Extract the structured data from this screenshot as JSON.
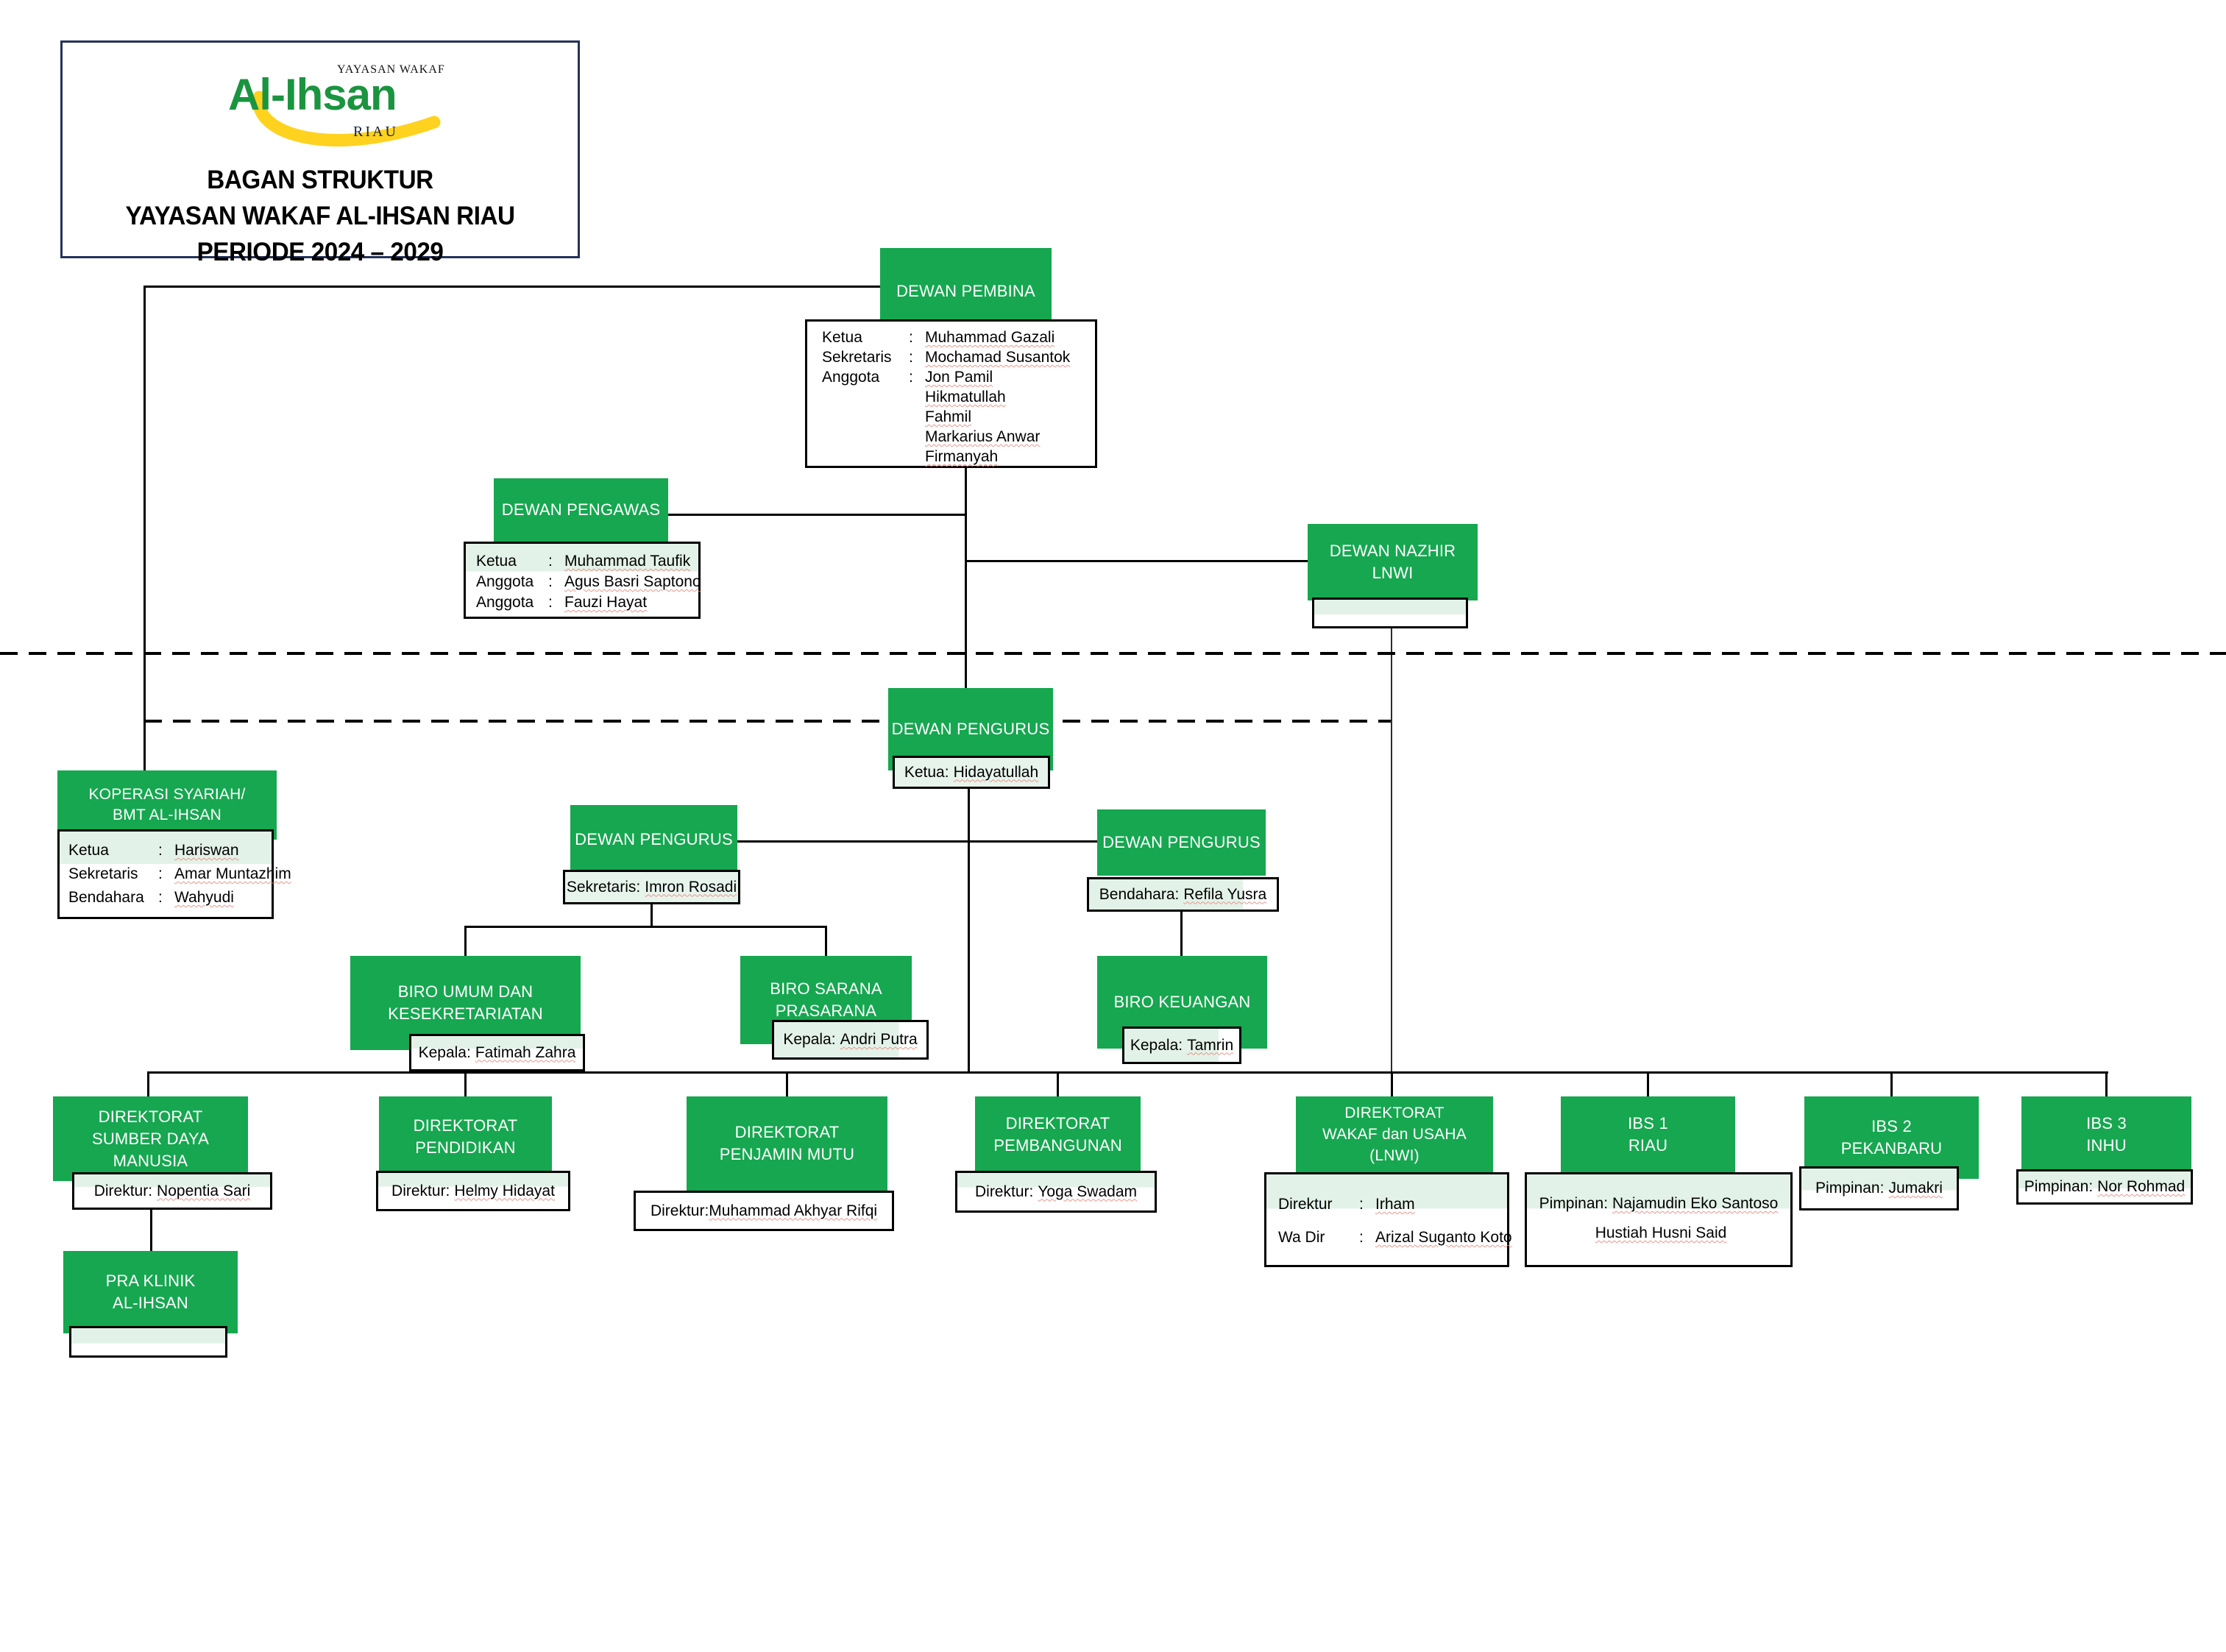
{
  "colors": {
    "node_green": "#16a750",
    "overlap_tint": "#e3f2e8",
    "line_black": "#000000",
    "logo_green": "#1b9440",
    "logo_yellow": "#ffd21f",
    "card_border_navy": "#24335b"
  },
  "header": {
    "logo_top": "YAYASAN WAKAF",
    "logo_main": "Al-Ihsan",
    "logo_bottom": "RIAU",
    "title_line1": "BAGAN STRUKTUR",
    "title_line2": "YAYASAN WAKAF AL-IHSAN RIAU",
    "title_line3": "PERIODE 2024 – 2029"
  },
  "nodes": {
    "dewan_pembina": {
      "title": "DEWAN PEMBINA",
      "rows": [
        {
          "label": "Ketua",
          "sep": ":",
          "value": "Muhammad Gazali"
        },
        {
          "label": "Sekretaris",
          "sep": ":",
          "value": "Mochamad Susantok"
        },
        {
          "label": "Anggota",
          "sep": ":",
          "value": "Jon Pamil"
        },
        {
          "label": "",
          "sep": "",
          "value": "Hikmatullah"
        },
        {
          "label": "",
          "sep": "",
          "value": "Fahmil"
        },
        {
          "label": "",
          "sep": "",
          "value": "Markarius Anwar"
        },
        {
          "label": "",
          "sep": "",
          "value": "Firmanyah"
        }
      ]
    },
    "dewan_pengawas": {
      "title": "DEWAN PENGAWAS",
      "rows": [
        {
          "label": "Ketua",
          "sep": ":",
          "value": "Muhammad Taufik"
        },
        {
          "label": "Anggota",
          "sep": ":",
          "value": "Agus Basri Saptono"
        },
        {
          "label": "Anggota",
          "sep": ":",
          "value": "Fauzi Hayat"
        }
      ]
    },
    "dewan_nazhir": {
      "title_line1": "DEWAN NAZHIR",
      "title_line2": "LNWI"
    },
    "dewan_pengurus": {
      "title": "DEWAN PENGURUS",
      "detail_prefix": "Ketua:",
      "detail_name": "Hidayatullah"
    },
    "koperasi": {
      "title_line1": "KOPERASI SYARIAH/",
      "title_line2": "BMT AL-IHSAN",
      "rows": [
        {
          "label": "Ketua",
          "sep": ":",
          "value": "Hariswan"
        },
        {
          "label": "Sekretaris",
          "sep": ":",
          "value": "Amar Muntazhim"
        },
        {
          "label": "Bendahara",
          "sep": ":",
          "value": "Wahyudi"
        }
      ]
    },
    "pengurus_sekretaris": {
      "title": "DEWAN PENGURUS",
      "detail_prefix": "Sekretaris:",
      "detail_name": "Imron Rosadi"
    },
    "pengurus_bendahara": {
      "title": "DEWAN PENGURUS",
      "detail_prefix": "Bendahara:",
      "detail_name": "Refila Yusra"
    },
    "biro_umum": {
      "title_line1": "BIRO UMUM DAN",
      "title_line2": "KESEKRETARIATAN",
      "detail_prefix": "Kepala:",
      "detail_name": "Fatimah Zahra"
    },
    "biro_sarana": {
      "title_line1": "BIRO SARANA",
      "title_line2": "PRASARANA",
      "detail_prefix": "Kepala:",
      "detail_name": "Andri Putra"
    },
    "biro_keuangan": {
      "title": "BIRO KEUANGAN",
      "detail_prefix": "Kepala:",
      "detail_name": "Tamrin"
    },
    "dir_sdm": {
      "title_line1": "DIREKTORAT",
      "title_line2": "SUMBER DAYA MANUSIA",
      "detail_prefix": "Direktur:",
      "detail_name": "Nopentia Sari"
    },
    "dir_pendidikan": {
      "title_line1": "DIREKTORAT",
      "title_line2": "PENDIDIKAN",
      "detail_prefix": "Direktur:",
      "detail_name": "Helmy Hidayat"
    },
    "dir_penjamin_mutu": {
      "title_line1": "DIREKTORAT",
      "title_line2": "PENJAMIN MUTU",
      "detail_prefix": "Direktur:",
      "detail_name": "Muhammad Akhyar Rifqi"
    },
    "dir_pembangunan": {
      "title_line1": "DIREKTORAT",
      "title_line2": "PEMBANGUNAN",
      "detail_prefix": "Direktur:",
      "detail_name": "Yoga Swadam"
    },
    "dir_wakaf_usaha": {
      "title_line1": "DIREKTORAT",
      "title_line2": "WAKAF dan USAHA (LNWI)",
      "rows": [
        {
          "label": "Direktur",
          "sep": ":",
          "value": "Irham"
        },
        {
          "label": "Wa Dir",
          "sep": ":",
          "value": "Arizal Suganto Koto"
        }
      ]
    },
    "ibs1": {
      "title_line1": "IBS 1",
      "title_line2": "RIAU",
      "detail_prefix": "Pimpinan:",
      "detail_name": "Najamudin Eko Santoso",
      "detail_line2": "Hustiah Husni Said"
    },
    "ibs2": {
      "title_line1": "IBS 2",
      "title_line2": "PEKANBARU",
      "detail_prefix": "Pimpinan:",
      "detail_name": "Jumakri"
    },
    "ibs3": {
      "title_line1": "IBS 3",
      "title_line2": "INHU",
      "detail_prefix": "Pimpinan:",
      "detail_name": "Nor Rohmad"
    },
    "pra_klinik": {
      "title_line1": "PRA KLINIK",
      "title_line2": "AL-IHSAN"
    }
  }
}
